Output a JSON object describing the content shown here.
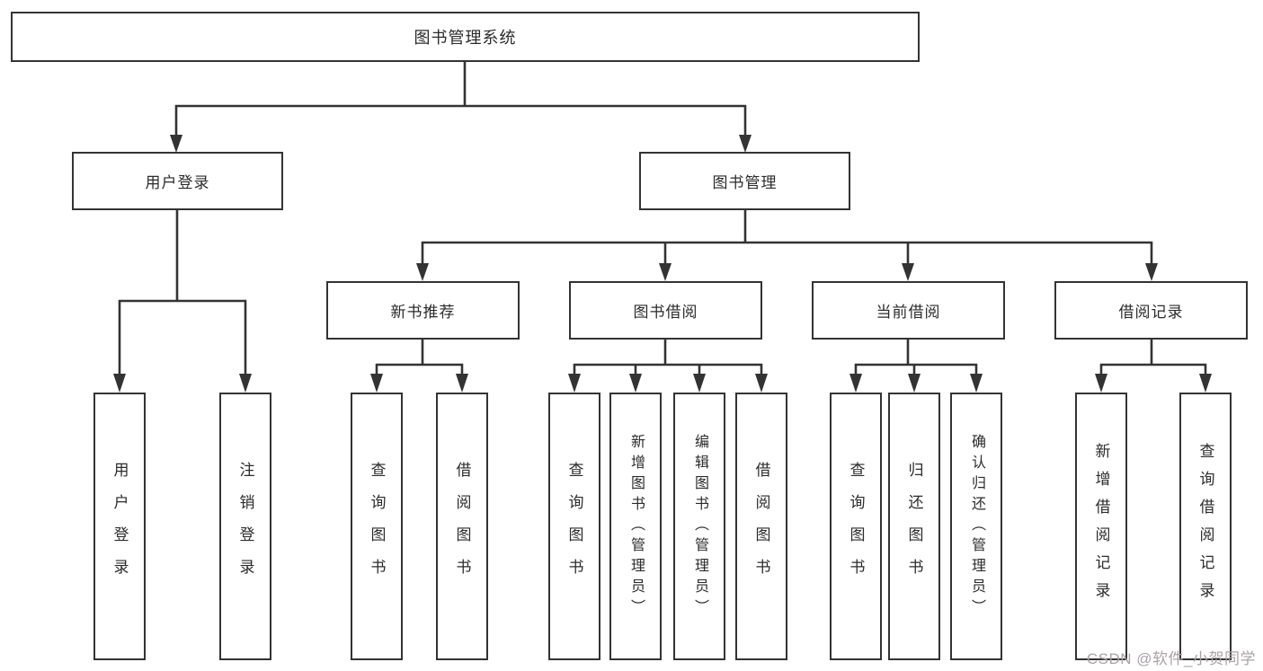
{
  "tree": {
    "root": "图书管理系统",
    "children": [
      {
        "label": "用户登录",
        "children": [
          "用户登录",
          "注销登录"
        ]
      },
      {
        "label": "图书管理",
        "children": [
          {
            "label": "新书推荐",
            "children": [
              "查询图书",
              "借阅图书"
            ]
          },
          {
            "label": "图书借阅",
            "children": [
              "查询图书",
              "新增图书（管理员）",
              "编辑图书（管理员）",
              "借阅图书"
            ]
          },
          {
            "label": "当前借阅",
            "children": [
              "查询图书",
              "归还图书",
              "确认归还（管理员）"
            ]
          },
          {
            "label": "借阅记录",
            "children": [
              "新增借阅记录",
              "查询借阅记录"
            ]
          }
        ]
      }
    ]
  },
  "watermark": {
    "text": "CSDN @软件_小贺同学"
  },
  "colors": {
    "line": "#333333",
    "box_border": "#333333",
    "box_fill": "#ffffff",
    "text": "#2b2b2b",
    "watermark": "#a9a3a7",
    "background": "#ffffff"
  }
}
